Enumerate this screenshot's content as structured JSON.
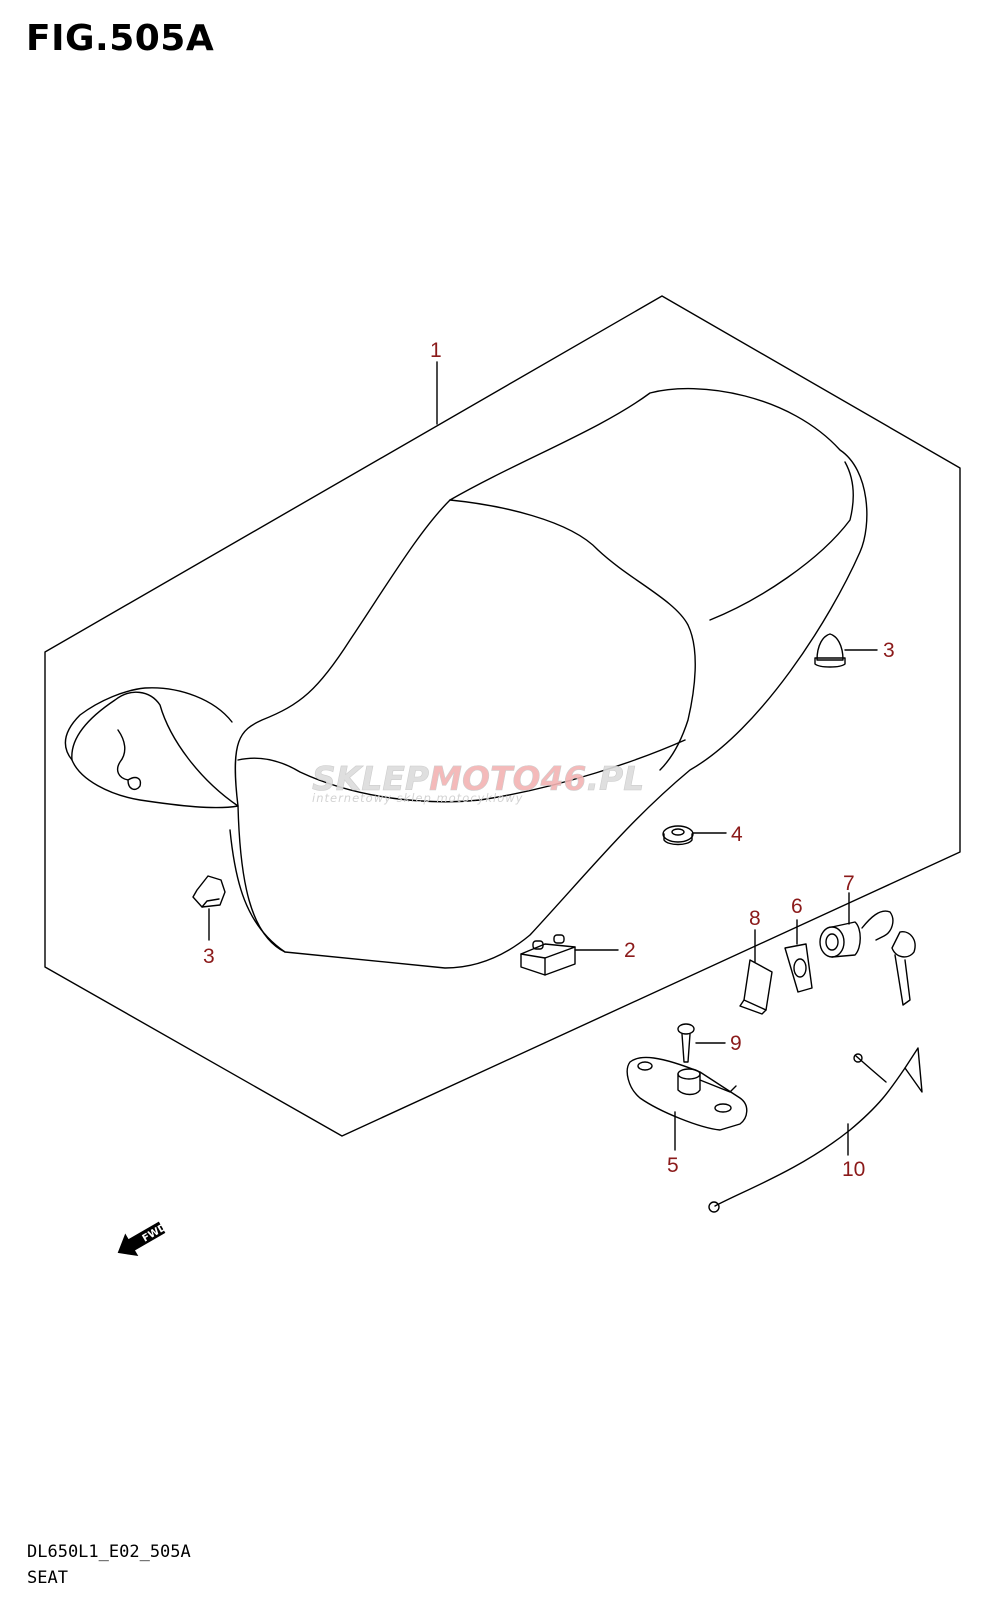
{
  "figure": {
    "title": "FIG.505A"
  },
  "footer": {
    "code": "DL650L1_E02_505A",
    "name": "SEAT"
  },
  "watermark": {
    "brand_prefix": "SKLEP",
    "brand_highlight": "MOTO46",
    "brand_suffix": ".PL",
    "tagline": "internetowy sklep motocyklowy"
  },
  "fwd_label": "FWD",
  "callouts": [
    {
      "id": "1",
      "label": "1"
    },
    {
      "id": "2",
      "label": "2"
    },
    {
      "id": "3a",
      "label": "3"
    },
    {
      "id": "3b",
      "label": "3"
    },
    {
      "id": "4",
      "label": "4"
    },
    {
      "id": "5",
      "label": "5"
    },
    {
      "id": "6",
      "label": "6"
    },
    {
      "id": "7",
      "label": "7"
    },
    {
      "id": "8",
      "label": "8"
    },
    {
      "id": "9",
      "label": "9"
    },
    {
      "id": "10",
      "label": "10"
    }
  ],
  "colors": {
    "line": "#000000",
    "callout": "#8b1a1a",
    "watermark": "#d8d8d8",
    "watermark_accent": "#f3b3b3"
  }
}
